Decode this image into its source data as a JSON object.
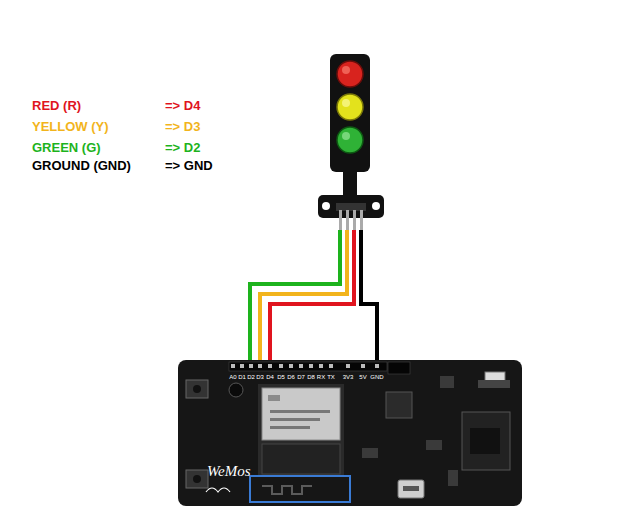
{
  "diagram": {
    "labels": [
      "RED (R)",
      "=> D4",
      "YELLOW (Y)",
      "=> D3",
      "GREEN (G)",
      "=> D2",
      "GROUND (GND)",
      "=> GND",
      "A0",
      "D1",
      "D2",
      "D3",
      "D4",
      "D5",
      "D6",
      "D7",
      "D8",
      "RX",
      "TX",
      "3V3",
      "5V",
      "GND",
      "WeMos"
    ]
  }
}
